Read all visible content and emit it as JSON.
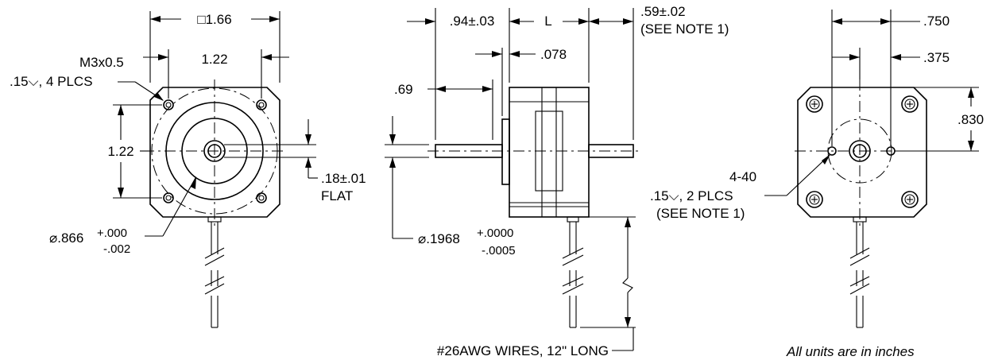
{
  "front_view": {
    "frame_size": "□1.66",
    "hole_spacing_h": "1.22",
    "hole_spacing_v": "1.22",
    "mount_thread": "M3x0.5",
    "mount_depth": ".15⌵, 4 PLCS",
    "pilot_dia": "⌀.866",
    "pilot_tol_upper": "+.000",
    "pilot_tol_lower": "-.002",
    "flat": ".18±.01",
    "flat_label": "FLAT"
  },
  "side_view": {
    "front_shaft": ".94±.03",
    "body_length": "L",
    "rear_shaft": ".59±.02",
    "rear_note": "(SEE NOTE 1)",
    "pilot_height": ".078",
    "flat_length": ".69",
    "shaft_dia": "⌀.1968",
    "shaft_tol_upper": "+.0000",
    "shaft_tol_lower": "-.0005",
    "wires": "#26AWG WIRES, 12\" LONG"
  },
  "rear_view": {
    "dim_a": ".750",
    "dim_b": ".375",
    "dim_c": ".830",
    "thread": "4-40",
    "depth": ".15⌵, 2 PLCS",
    "note": "(SEE NOTE 1)"
  },
  "footer": {
    "units_note": "All units are in inches"
  }
}
